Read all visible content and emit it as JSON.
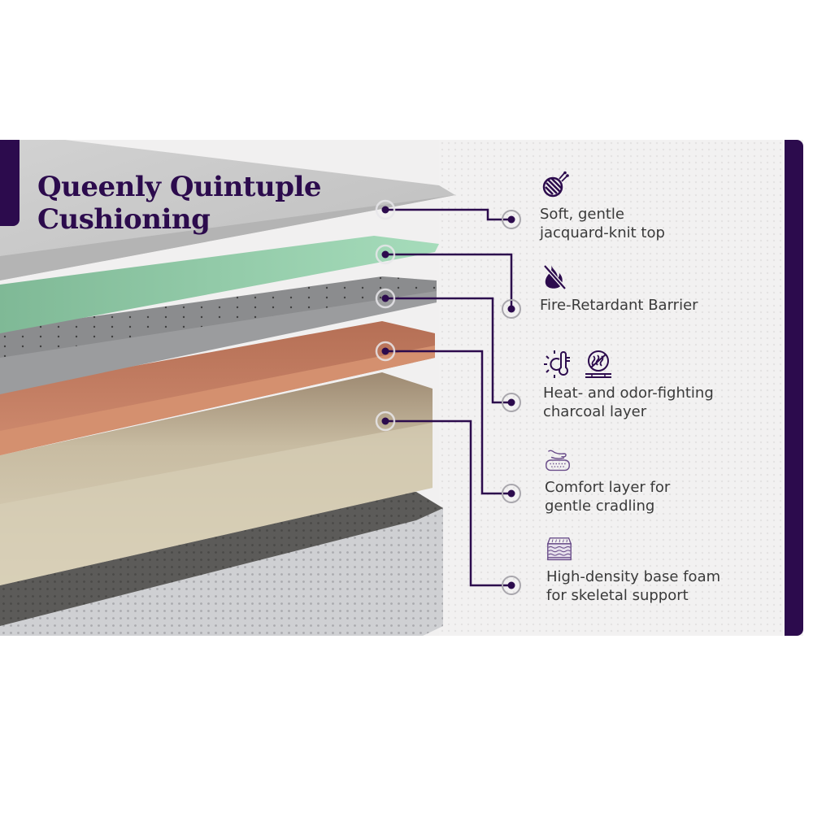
{
  "title": {
    "line1": "Queenly Quintuple",
    "line2": "Cushioning"
  },
  "colors": {
    "brand_purple": "#2c0b4d",
    "top_layer": "#c9c9c9",
    "green_layer": "#9ed4b2",
    "charcoal_layer": "#8a8b8d",
    "copper_layer": "#c8866b",
    "comfort_layer": "#d6cdb4",
    "base_layer": "#cfd0d3",
    "text": "#3a3a3a"
  },
  "features": [
    {
      "icons": [
        "yarn-knitting-icon"
      ],
      "line1": "Soft, gentle",
      "line2": "jacquard-knit top"
    },
    {
      "icons": [
        "no-fire-icon"
      ],
      "line1": "Fire-Retardant Barrier",
      "line2": ""
    },
    {
      "icons": [
        "heat-thermometer-icon",
        "odor-block-icon"
      ],
      "line1": "Heat- and odor-fighting",
      "line2": "charcoal layer"
    },
    {
      "icons": [
        "hand-on-foam-icon"
      ],
      "line1": "Comfort layer for",
      "line2": "gentle cradling"
    },
    {
      "icons": [
        "dense-foam-mattress-icon"
      ],
      "line1": "High-density base foam",
      "line2": "for skeletal support"
    }
  ]
}
